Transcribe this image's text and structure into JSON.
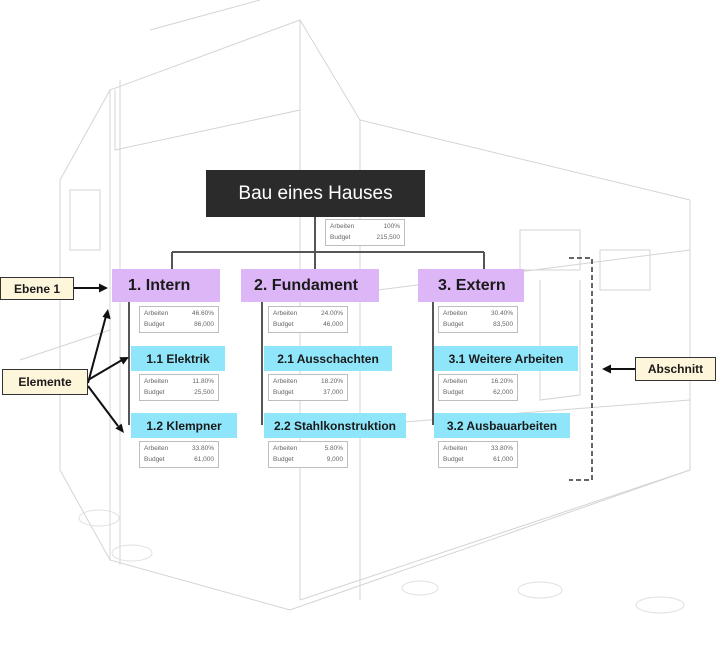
{
  "root": {
    "title": "Bau eines Hauses",
    "stats": {
      "label_arbeiten": "Arbeiten",
      "arbeiten": "100%",
      "label_budget": "Budget",
      "budget": "215,500"
    }
  },
  "level1": [
    {
      "label": "1. Intern",
      "stats": {
        "label_arbeiten": "Arbeiten",
        "arbeiten": "46.60%",
        "label_budget": "Budget",
        "budget": "86,000"
      }
    },
    {
      "label": "2. Fundament",
      "stats": {
        "label_arbeiten": "Arbeiten",
        "arbeiten": "24.00%",
        "label_budget": "Budget",
        "budget": "46,000"
      }
    },
    {
      "label": "3. Extern",
      "stats": {
        "label_arbeiten": "Arbeiten",
        "arbeiten": "30.40%",
        "label_budget": "Budget",
        "budget": "83,500"
      }
    }
  ],
  "elements": [
    {
      "label": "1.1 Elektrik",
      "stats": {
        "label_arbeiten": "Arbeiten",
        "arbeiten": "11.80%",
        "label_budget": "Budget",
        "budget": "25,500"
      }
    },
    {
      "label": "1.2 Klempner",
      "stats": {
        "label_arbeiten": "Arbeiten",
        "arbeiten": "33.80%",
        "label_budget": "Budget",
        "budget": "61,000"
      }
    },
    {
      "label": "2.1 Ausschachten",
      "stats": {
        "label_arbeiten": "Arbeiten",
        "arbeiten": "18.20%",
        "label_budget": "Budget",
        "budget": "37,000"
      }
    },
    {
      "label": "2.2 Stahlkonstruktion",
      "stats": {
        "label_arbeiten": "Arbeiten",
        "arbeiten": "5.80%",
        "label_budget": "Budget",
        "budget": "9,000"
      }
    },
    {
      "label": "3.1 Weitere Arbeiten",
      "stats": {
        "label_arbeiten": "Arbeiten",
        "arbeiten": "16.20%",
        "label_budget": "Budget",
        "budget": "62,000"
      }
    },
    {
      "label": "3.2 Ausbauarbeiten",
      "stats": {
        "label_arbeiten": "Arbeiten",
        "arbeiten": "33.80%",
        "label_budget": "Budget",
        "budget": "61,000"
      }
    }
  ],
  "callouts": {
    "ebene": "Ebene 1",
    "elemente": "Elemente",
    "abschnitt": "Abschnitt"
  },
  "colors": {
    "root": "#2b2b2b",
    "level1": "#dcb6f7",
    "element": "#8fe6fb",
    "callout": "#fdf6da"
  }
}
